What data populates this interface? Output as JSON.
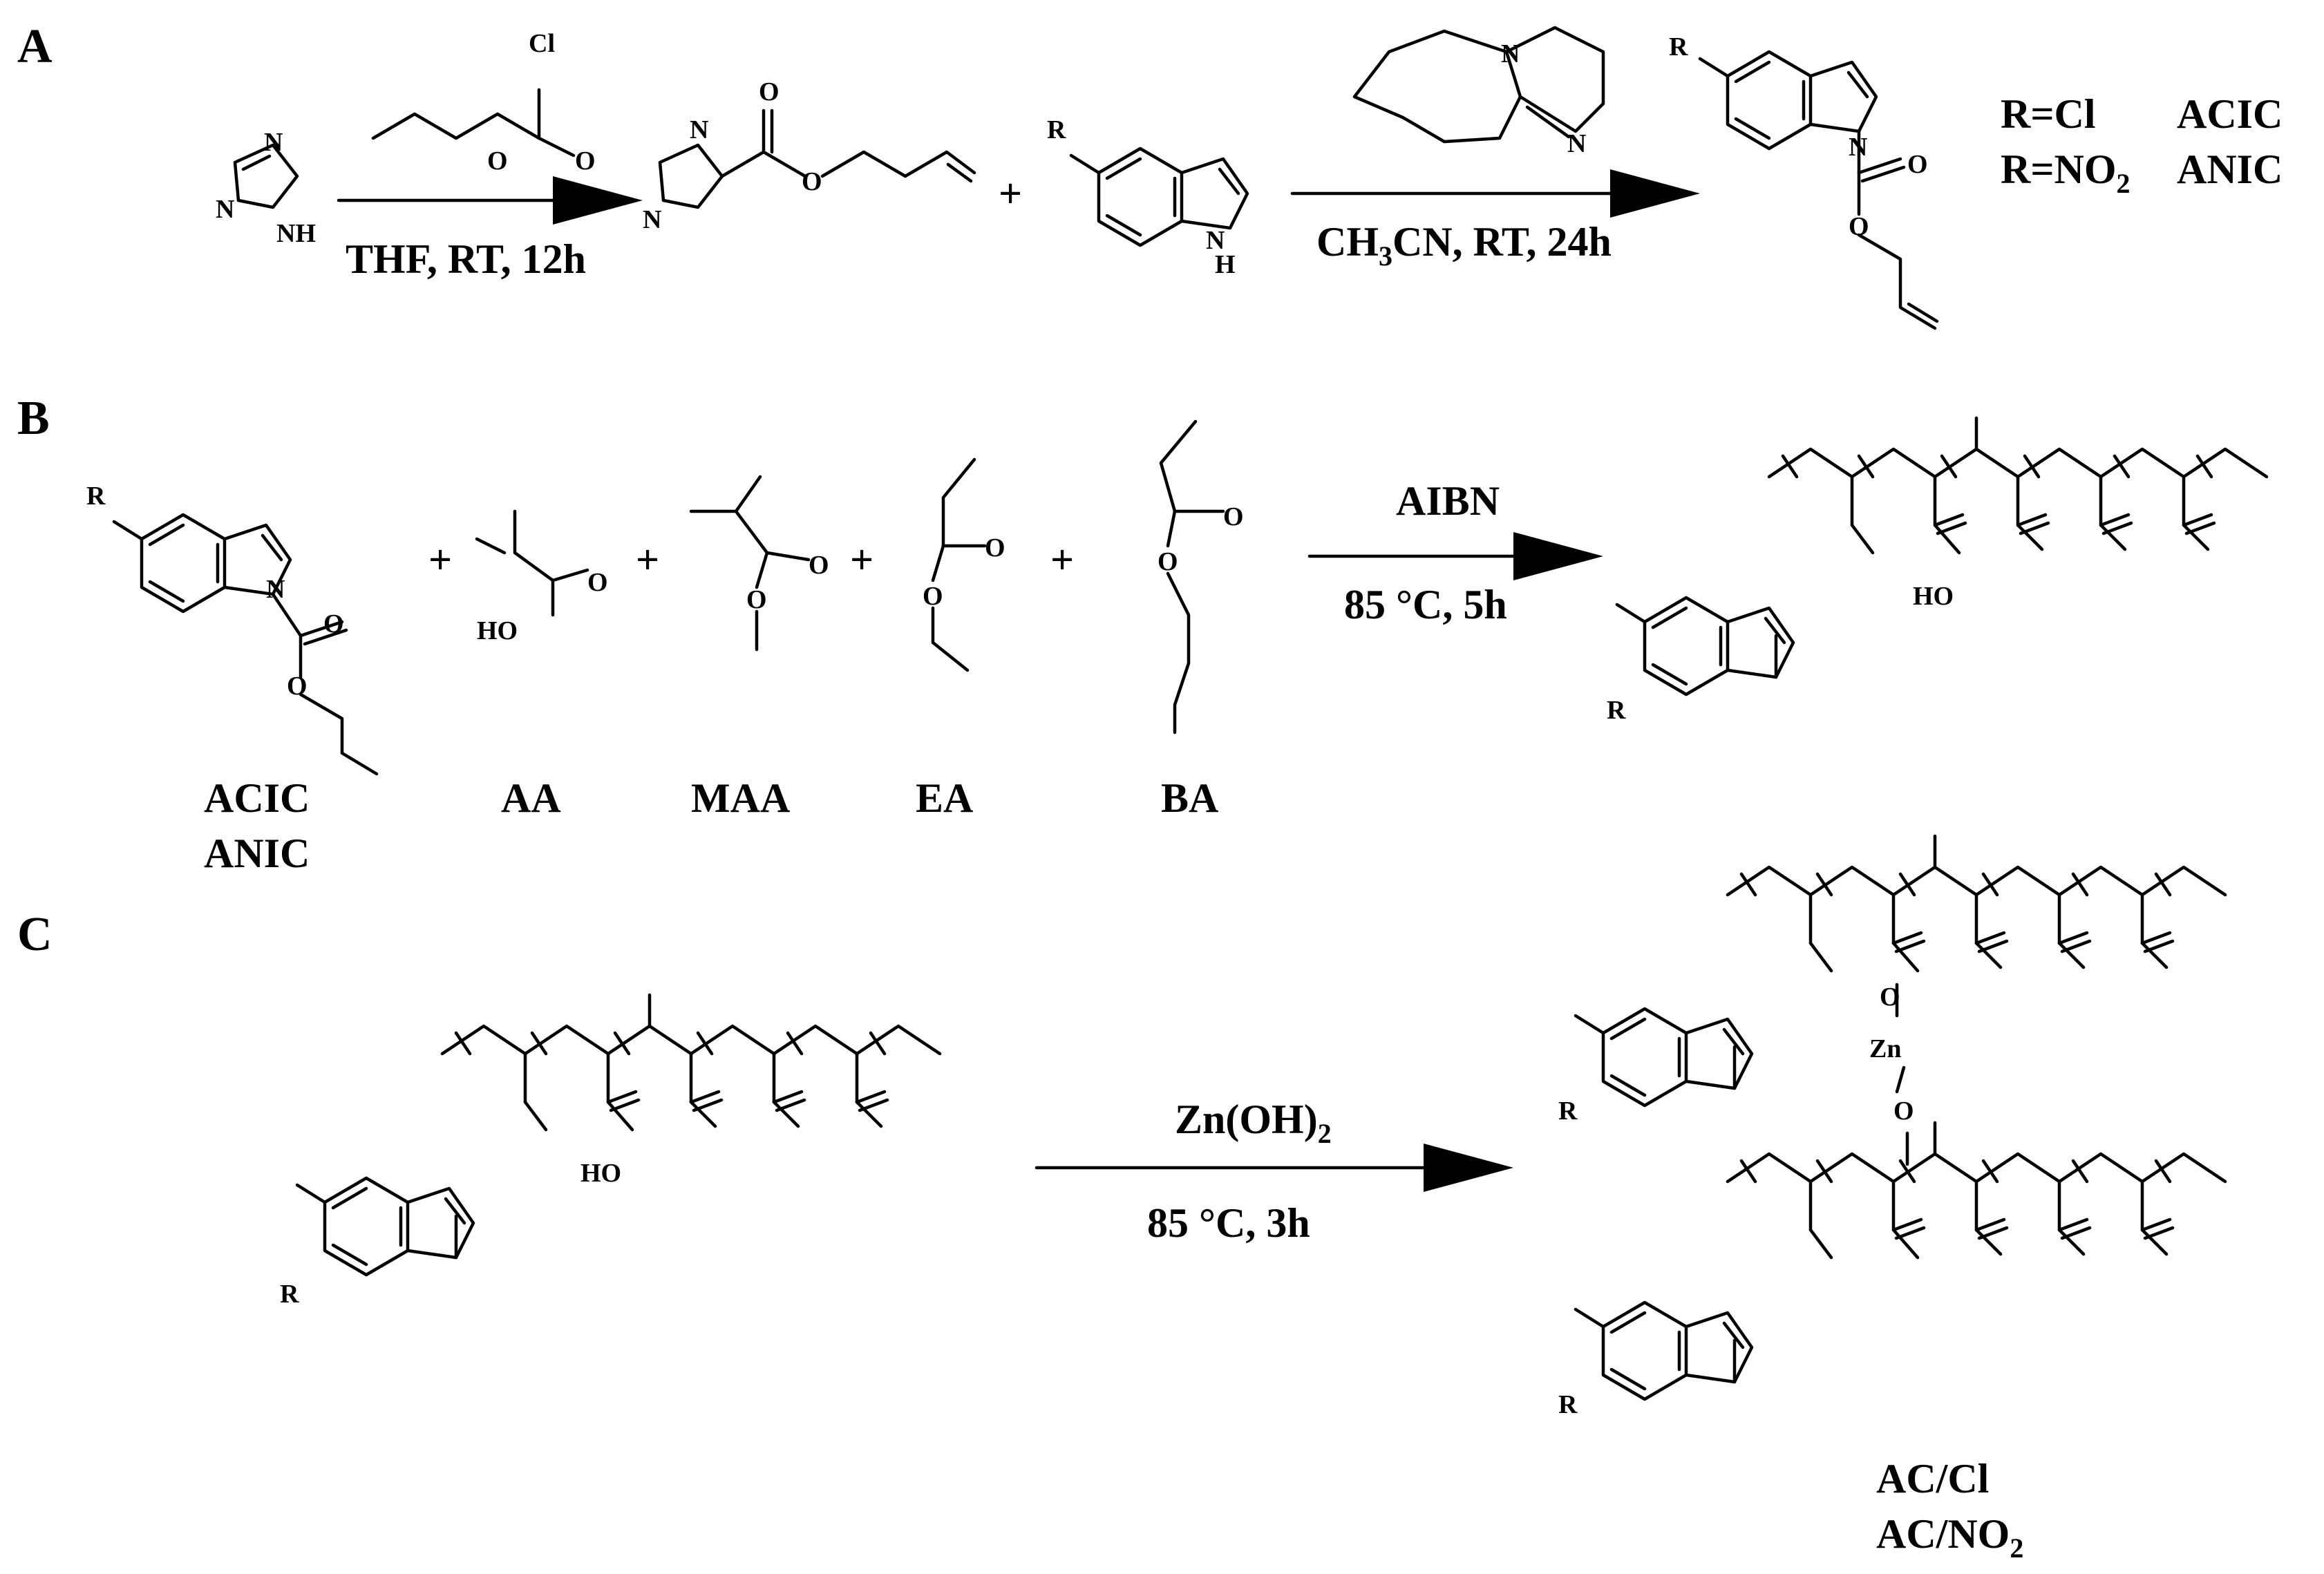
{
  "panels": {
    "a": "A",
    "b": "B",
    "c": "C"
  },
  "reaction_a": {
    "reagent_top": "Cl",
    "conditions_1": "THF, RT, 12h",
    "conditions_2_pre": "CH",
    "conditions_2_sub": "3",
    "conditions_2_post": "CN, RT, 24h",
    "plus": "+",
    "product_key_1_r": "R=Cl",
    "product_key_1_name": "ACIC",
    "product_key_2_r": "R=NO",
    "product_key_2_sub": "2",
    "product_key_2_name": "ANIC"
  },
  "reaction_b": {
    "initiator": "AIBN",
    "conditions": "85 °C, 5h",
    "monomers": [
      "ACIC",
      "ANIC",
      "AA",
      "MAA",
      "EA",
      "BA"
    ],
    "plus": "+"
  },
  "reaction_c": {
    "reagent_pre": "Zn(OH)",
    "reagent_sub": "2",
    "conditions": "85 °C, 3h",
    "metal": "Zn",
    "product_1": "AC/Cl",
    "product_2_pre": "AC/NO",
    "product_2_sub": "2"
  },
  "atoms": {
    "r": "R",
    "o": "O",
    "n": "N",
    "nh": "NH",
    "h": "H",
    "ho": "HO",
    "cl": "Cl"
  }
}
